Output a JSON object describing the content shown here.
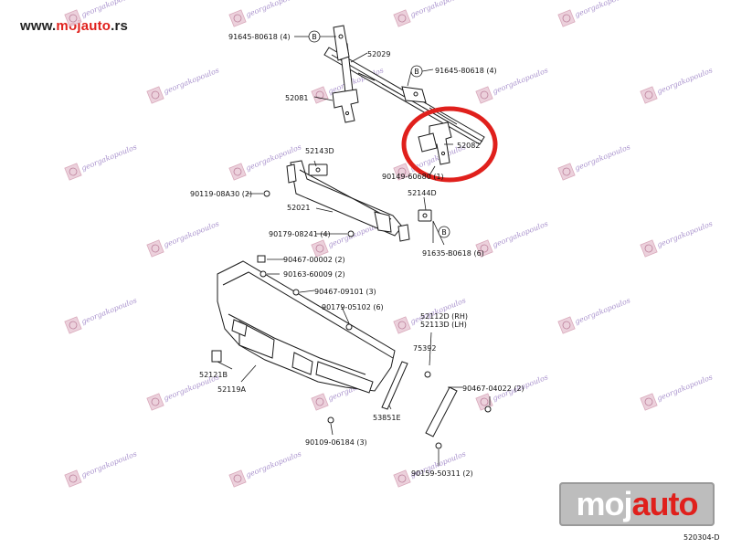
{
  "header": {
    "url_prefix": "www.",
    "url_brand": "mojauto",
    "url_suffix": ".rs"
  },
  "logo": {
    "part1": "moj",
    "part2": "auto"
  },
  "diagram_code": "520304-D",
  "watermark_text": "georgakopoulos",
  "colors": {
    "line": "#1a1a1a",
    "highlight": "#e0201c",
    "watermark": "#9a7fc4",
    "logo_bg": "#bdbdbd"
  },
  "callouts": {
    "c1": "91645-80618 (4)",
    "c2": "52029",
    "c3": "91645-80618 (4)",
    "c4": "52081",
    "c5": "52082",
    "c6": "52143D",
    "c7": "90149-60680 (1)",
    "c8": "52144D",
    "c9": "90119-08A30 (2)",
    "c10": "52021",
    "c11": "90179-08241 (4)",
    "c12": "91635-B0618 (6)",
    "c13": "90467-00002 (2)",
    "c14": "90163-60009 (2)",
    "c15": "90467-09101 (3)",
    "c16": "90179-05102 (6)",
    "c17": "52112D (RH)",
    "c18": "52113D (LH)",
    "c19": "75392",
    "c20": "52121B",
    "c21": "52119A",
    "c22": "90467-04022 (2)",
    "c23": "53851E",
    "c24": "90109-06184 (3)",
    "c25": "90159-50311 (2)"
  },
  "markers": {
    "b": "B"
  }
}
